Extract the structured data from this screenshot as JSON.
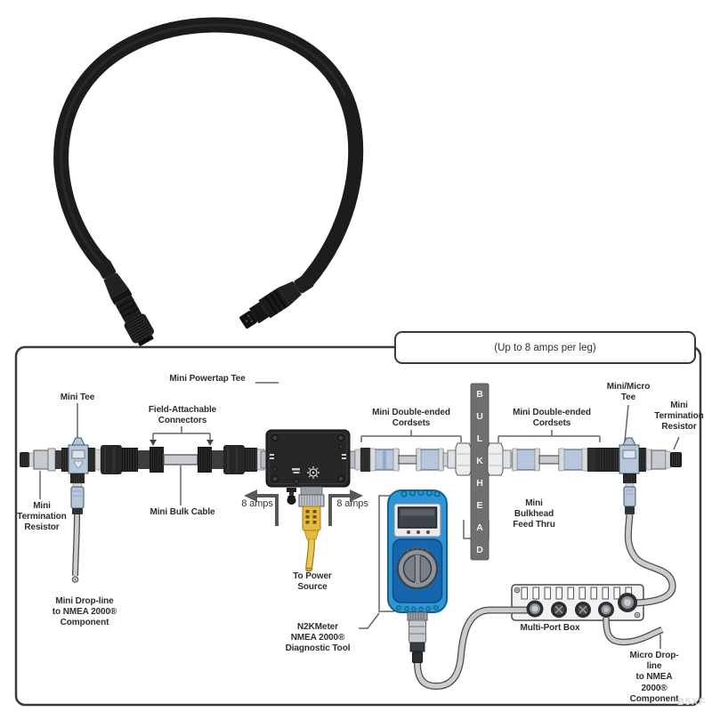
{
  "diagram": {
    "callout_note": "(Up to 8 amps per leg)",
    "bulkhead_vertical_text": "BULKHEAD",
    "watermark": "B5XF",
    "labels": {
      "mini_tee": "Mini Tee",
      "mini_powertap_tee": "Mini Powertap Tee",
      "field_attachable_connectors": "Field-Attachable\nConnectors",
      "mini_double_ended_cordsets_left": "Mini Double-ended\nCordsets",
      "mini_double_ended_cordsets_right": "Mini Double-ended\nCordsets",
      "mini_micro_tee": "Mini/Micro\nTee",
      "mini_termination_resistor_right": "Mini\nTermination\nResistor",
      "mini_termination_resistor_left": "Mini\nTermination\nResistor",
      "mini_bulk_cable": "Mini Bulk Cable",
      "amps_left": "8 amps",
      "amps_right": "8 amps",
      "mini_bulkhead_feed_thru": "Mini\nBulkhead\nFeed Thru",
      "to_power_source": "To Power\nSource",
      "mini_drop_line": "Mini Drop-line\nto NMEA 2000®\nComponent",
      "n2kmeter": "N2KMeter\nNMEA 2000®\nDiagnostic Tool",
      "multi_port_box": "Multi-Port Box",
      "micro_drop_line": "Micro Drop-line\nto NMEA 2000®\nComponent"
    }
  },
  "colors": {
    "cable_black": "#1c1c1c",
    "connector_blue": "#b7c7db",
    "power_yellow": "#e5ba3f",
    "meter_blue": "#2e96d4",
    "bulkhead_gray": "#6f6f6f",
    "label_text": "#2d2d2d",
    "line_gray": "#666666"
  }
}
